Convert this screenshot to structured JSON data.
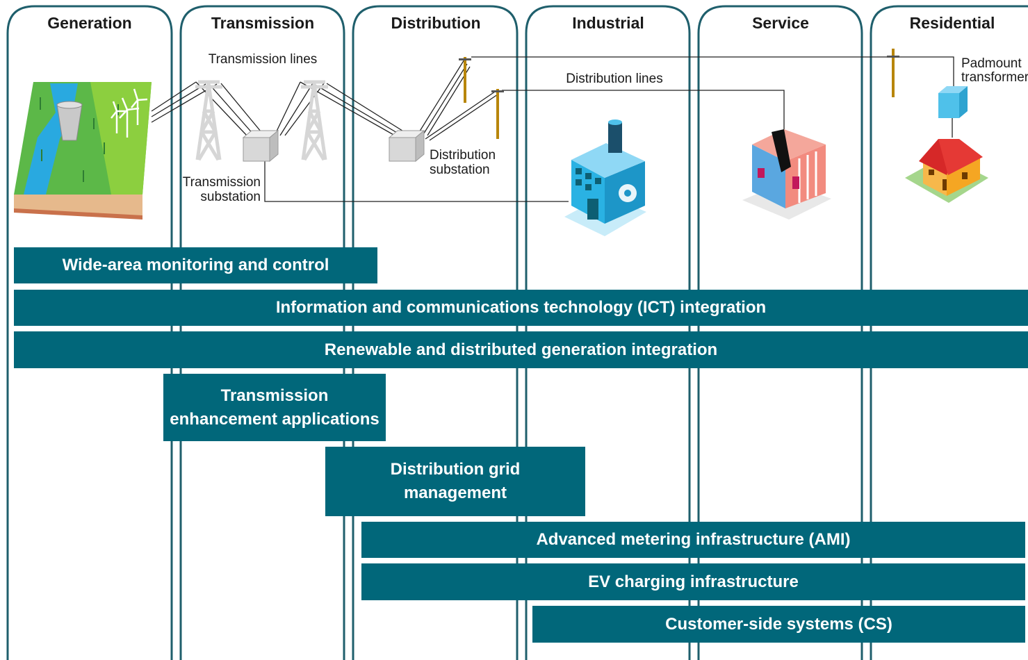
{
  "columns": {
    "generation": "Generation",
    "transmission": "Transmission",
    "distribution": "Distribution",
    "industrial": "Industrial",
    "service": "Service",
    "residential": "Residential"
  },
  "labels": {
    "transmission_lines": "Transmission lines",
    "distribution_lines": "Distribution lines",
    "transmission_substation_1": "Transmission",
    "transmission_substation_2": "substation",
    "distribution_substation_1": "Distribution",
    "distribution_substation_2": "substation",
    "padmount_1": "Padmount",
    "padmount_2": "transformer"
  },
  "bars": {
    "wide_area": "Wide-area monitoring and control",
    "ict": "Information and communications technology (ICT) integration",
    "renewable": "Renewable and distributed generation integration",
    "transmission_enh_1": "Transmission",
    "transmission_enh_2": "enhancement applications",
    "dist_grid_1": "Distribution grid",
    "dist_grid_2": "management",
    "ami": "Advanced metering infrastructure (AMI)",
    "ev": "EV charging infrastructure",
    "cs": "Customer-side systems (CS)"
  },
  "colors": {
    "bar": "#01677a",
    "column_border": "#1f5f6c",
    "tower": "#d9d9d9",
    "grass": "#5cb848",
    "water": "#29a9e0"
  }
}
